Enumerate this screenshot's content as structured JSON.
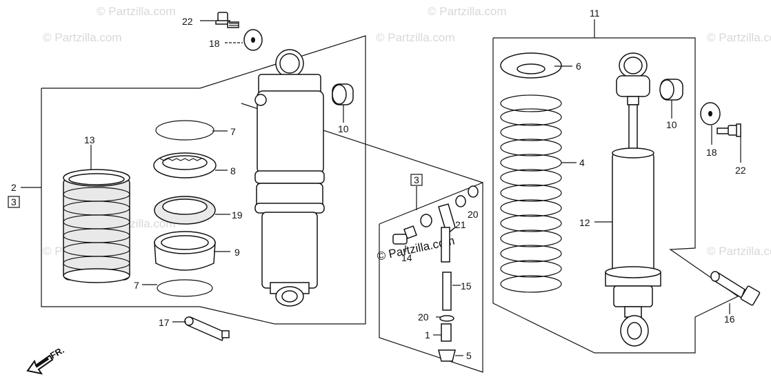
{
  "watermarks": {
    "text": "© Partzilla.com",
    "center_text": "© Partzilla.com"
  },
  "callouts": {
    "c22a": "22",
    "c18a": "18",
    "c13": "13",
    "c7a": "7",
    "c8": "8",
    "c19": "19",
    "c9": "9",
    "c7b": "7",
    "c2": "2",
    "c3a": "3",
    "c17": "17",
    "c10a": "10",
    "c3b": "3",
    "c14": "14",
    "c21a": "21",
    "c20a": "20",
    "c15": "15",
    "c20b": "20",
    "c1": "1",
    "c5": "5",
    "c6": "6",
    "c4": "4",
    "c11": "11",
    "c12": "12",
    "c10b": "10",
    "c18b": "18",
    "c22b": "22",
    "c16": "16"
  },
  "direction": {
    "label": "FR."
  },
  "colors": {
    "line": "#111111",
    "watermark": "#d8d8d8",
    "background": "#ffffff"
  }
}
